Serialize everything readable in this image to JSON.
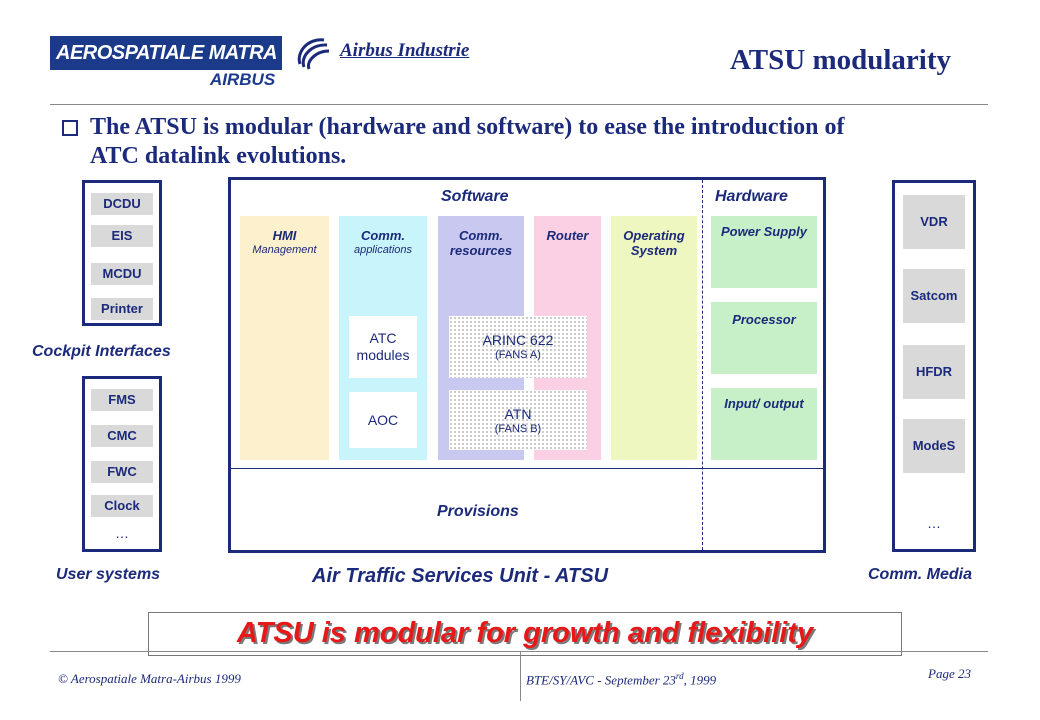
{
  "header": {
    "logo_main": "AEROSPATIALE MATRA",
    "logo_sub": "AIRBUS",
    "brand": "Airbus Industrie",
    "title": "ATSU modularity"
  },
  "bullet": {
    "text": "The ATSU is modular (hardware and software) to ease the introduction of ATC datalink evolutions."
  },
  "left": {
    "cockpit_items": [
      "DCDU",
      "EIS",
      "MCDU",
      "Printer"
    ],
    "cockpit_label": "Cockpit Interfaces",
    "user_items": [
      "FMS",
      "CMC",
      "FWC",
      "Clock"
    ],
    "user_ellipsis": "…",
    "user_label": "User systems"
  },
  "atsu": {
    "software_label": "Software",
    "hardware_label": "Hardware",
    "columns": [
      {
        "title": "HMI",
        "subtitle": "Management",
        "color": "#fdf0cc"
      },
      {
        "title": "Comm.",
        "subtitle": "applications",
        "color": "#c8f4fb"
      },
      {
        "title": "Comm.",
        "subtitle": "resources",
        "color": "#c8c8f0"
      },
      {
        "title": "Router",
        "subtitle": "",
        "color": "#fcd0e4"
      },
      {
        "title": "Operating",
        "subtitle": "System",
        "color": "#eef7c0"
      }
    ],
    "atc_modules": "ATC modules",
    "aoc": "AOC",
    "arinc_title": "ARINC 622",
    "arinc_sub": "(FANS A)",
    "atn_title": "ATN",
    "atn_sub": "(FANS B)",
    "hardware_items": [
      "Power Supply",
      "Processor",
      "Input/ output"
    ],
    "provisions": "Provisions",
    "unit_label": "Air Traffic Services Unit - ATSU"
  },
  "right": {
    "media_items": [
      "VDR",
      "Satcom",
      "HFDR",
      "ModeS"
    ],
    "media_ellipsis": "…",
    "media_label": "Comm. Media"
  },
  "slogan": "ATSU is modular for growth and flexibility",
  "footer": {
    "copyright": "© Aerospatiale Matra-Airbus 1999",
    "ref_prefix": "BTE/SY/AVC - September 23",
    "ref_sup": "rd",
    "ref_suffix": ", 1999",
    "page": "Page 23"
  }
}
